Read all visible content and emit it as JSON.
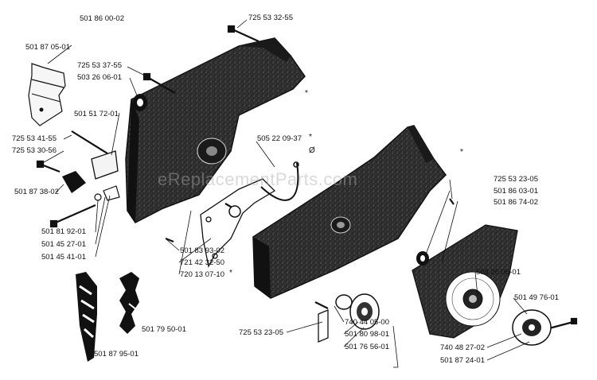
{
  "diagram": {
    "header_part": "501 86 00-02",
    "watermark": "eReplacementParts.com",
    "labels": {
      "p501870501": "501 87 05-01",
      "p725533255": "725 53 32-55",
      "p725533755": "725 53 37-55",
      "p503260601a": "503 26 06-01",
      "p501517201": "501 51 72-01",
      "p505220937": "505 22 09-37",
      "p725534155": "725 53 41-55",
      "p725533056": "725 53 30-56",
      "p501873802": "501 87 38-02",
      "p725532305a": "725 53 23-05",
      "p501860301": "501 86 03-01",
      "p501867402": "501 86 74-02",
      "p501819201": "501 81 92-01",
      "p501452701": "501 45 27-01",
      "p501454101": "501 45 41-01",
      "p501839302": "501 83 93-02",
      "p721423250": "721 42 32-50",
      "p720130710": "720 13 07-10",
      "p503260601b": "503 26 06-01",
      "p501497601": "501 49 76-01",
      "p501795001": "501 79 50-01",
      "p725532305b": "725 53 23-05",
      "p740440500": "740 44 05-00",
      "p501809801": "501 80 98-01",
      "p501765601": "501 76 56-01",
      "p740482702": "740 48 27-02",
      "p501872401": "501 87 24-01",
      "p501879501": "501 87 95-01"
    },
    "marks": {
      "asterisk": "*",
      "small_ring": "Ø"
    },
    "colors": {
      "ink": "#111111",
      "housing": "#2b2b2b",
      "paper": "#ffffff"
    }
  }
}
